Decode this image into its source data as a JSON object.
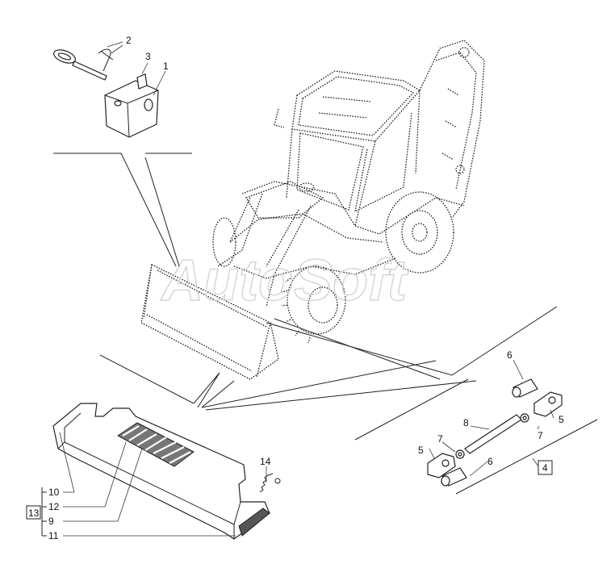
{
  "watermark": "AutoSoft",
  "callouts": {
    "c1": "1",
    "c2": "2",
    "c3": "3",
    "c4": "4",
    "c5a": "5",
    "c5b": "5",
    "c6a": "6",
    "c6b": "6",
    "c7a": "7",
    "c7b": "7",
    "c8": "8",
    "c9": "9",
    "c10": "10",
    "c11": "11",
    "c12": "12",
    "c13": "13",
    "c14": "14"
  },
  "icons": [
    "backhoe-loader-illustration",
    "loader-bucket-illustration",
    "counterweight-illustration",
    "pin-clip-illustration",
    "lift-arm-pin-illustration"
  ]
}
